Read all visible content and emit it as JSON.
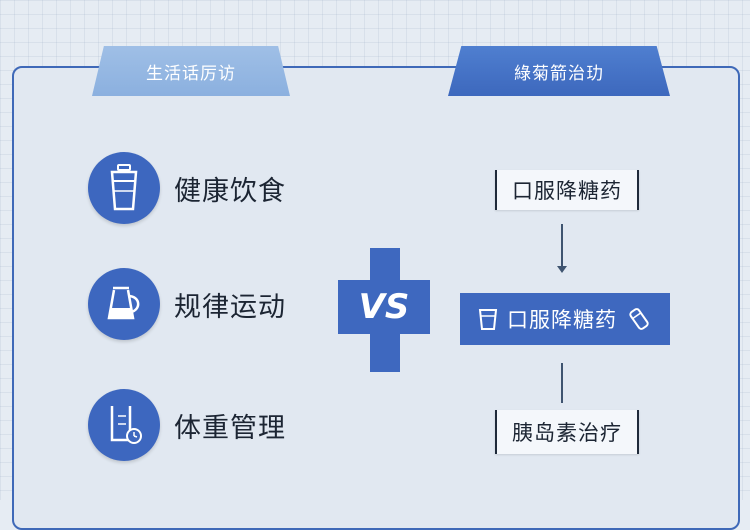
{
  "tabs": {
    "left": "生活话厉访",
    "right": "綠菊箭治玏"
  },
  "lifestyle_items": [
    {
      "label": "健康饮食",
      "icon": "cup-icon"
    },
    {
      "label": "规律运动",
      "icon": "kettle-icon"
    },
    {
      "label": "体重管理",
      "icon": "measuring-cup-clock-icon"
    }
  ],
  "versus": "VS",
  "treatments": [
    {
      "label": "口服降糖药"
    },
    {
      "label": "口服降糖药",
      "icons": [
        "cup-icon",
        "pill-bottle-icon"
      ]
    },
    {
      "label": "胰岛素治疗"
    }
  ],
  "colors": {
    "accent": "#3e68bf",
    "tab_left": "#8bb0df",
    "background": "#e1e8f1"
  }
}
